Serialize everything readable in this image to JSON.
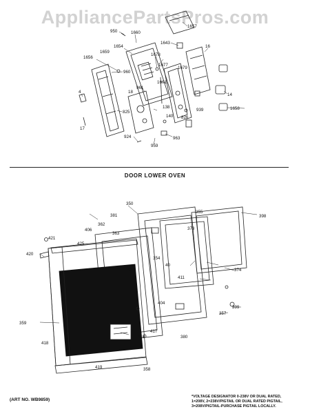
{
  "watermark": "AppliancePartsPros.com",
  "section_title": "DOOR LOWER OVEN",
  "art_number": "(ART NO. WB9859)",
  "voltage_note": [
    "*VOLTAGE DESIGNATOR 0-238V OR DUAL RATED,",
    "1=208V, 2=238V/PIGTAIL OR DUAL RATED PIGTAIL,",
    "3=208V/PIGTAIL-PURCHASE PIGTAIL LOCALLY."
  ],
  "labels_top": [
    "950",
    "1660",
    "1657",
    "1654",
    "1643",
    "1656",
    "1659",
    "1678",
    "16",
    "1677",
    "1679",
    "4",
    "960",
    "1601",
    "961",
    "14",
    "138",
    "825",
    "18",
    "140",
    "939",
    "17",
    "826",
    "1658",
    "924",
    "959",
    "963"
  ],
  "labels_bottom": [
    "350",
    "355",
    "398",
    "381",
    "362",
    "373",
    "406",
    "363",
    "421",
    "425",
    "354",
    "420",
    "40",
    "374",
    "411",
    "424",
    "404",
    "399",
    "357",
    "359",
    "418",
    "416",
    "417",
    "380",
    "419",
    "358"
  ]
}
